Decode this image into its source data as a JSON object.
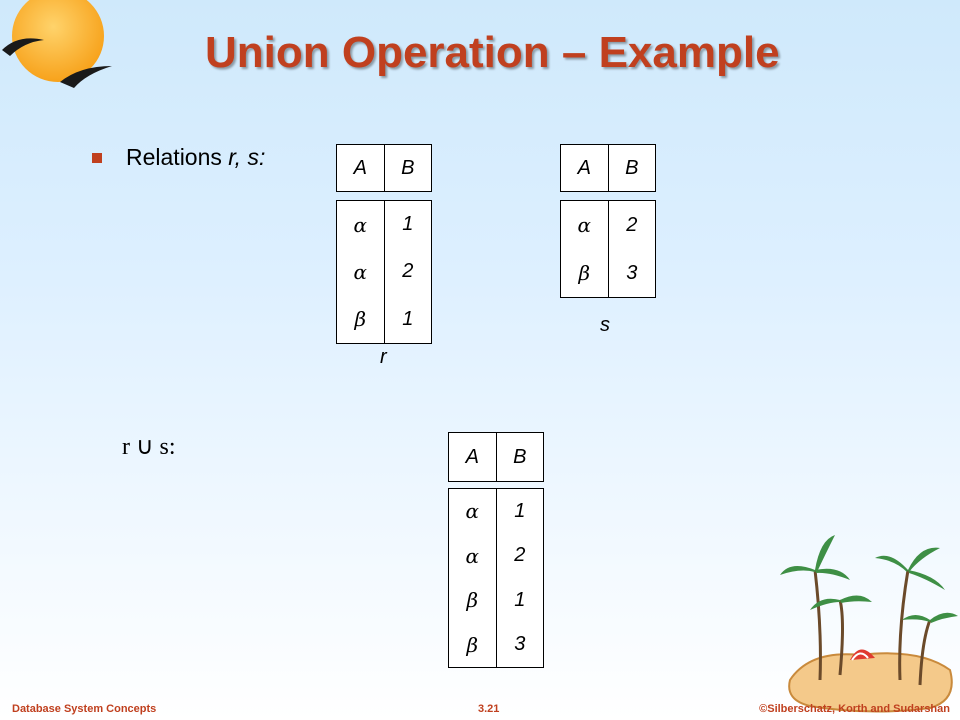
{
  "title": "Union Operation – Example",
  "bullet": {
    "prefix": "Relations ",
    "names": "r, s:"
  },
  "relation_r": {
    "name": "r",
    "headers": [
      "A",
      "B"
    ],
    "col_a": [
      "α",
      "α",
      "β"
    ],
    "col_b": [
      "1",
      "2",
      "1"
    ]
  },
  "relation_s": {
    "name": "s",
    "headers": [
      "A",
      "B"
    ],
    "col_a": [
      "α",
      "β"
    ],
    "col_b": [
      "2",
      "3"
    ]
  },
  "union": {
    "label": "r ∪ s:",
    "headers": [
      "A",
      "B"
    ],
    "col_a": [
      "α",
      "α",
      "β",
      "β"
    ],
    "col_b": [
      "1",
      "2",
      "1",
      "3"
    ]
  },
  "footer": {
    "left": "Database System Concepts",
    "center": "3.21",
    "right": "©Silberschatz, Korth and Sudarshan"
  },
  "colors": {
    "accent": "#c0401f"
  },
  "icons": [
    "sun-bird-logo-icon",
    "palm-island-icon"
  ]
}
